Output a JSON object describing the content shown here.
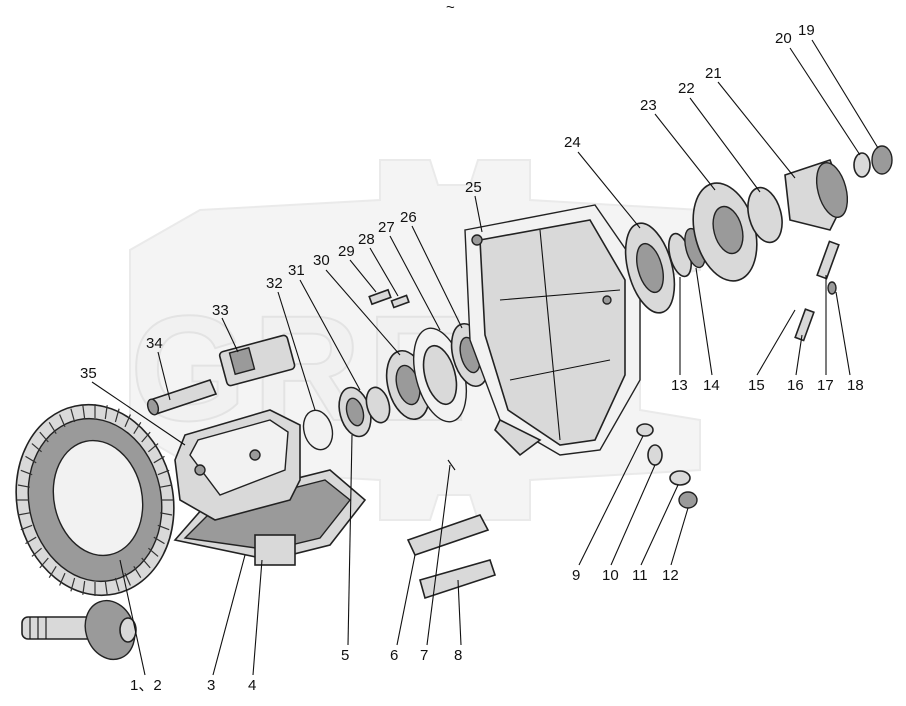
{
  "top_mark": "~",
  "watermark": "GREY",
  "callouts": [
    {
      "id": "c1",
      "text": "1、2"
    },
    {
      "id": "c3",
      "text": "3"
    },
    {
      "id": "c4",
      "text": "4"
    },
    {
      "id": "c5",
      "text": "5"
    },
    {
      "id": "c6",
      "text": "6"
    },
    {
      "id": "c7",
      "text": "7"
    },
    {
      "id": "c8",
      "text": "8"
    },
    {
      "id": "c9",
      "text": "9"
    },
    {
      "id": "c10",
      "text": "10"
    },
    {
      "id": "c11",
      "text": "11"
    },
    {
      "id": "c12",
      "text": "12"
    },
    {
      "id": "c13",
      "text": "13"
    },
    {
      "id": "c14",
      "text": "14"
    },
    {
      "id": "c15",
      "text": "15"
    },
    {
      "id": "c16",
      "text": "16"
    },
    {
      "id": "c17",
      "text": "17"
    },
    {
      "id": "c18",
      "text": "18"
    },
    {
      "id": "c19",
      "text": "19"
    },
    {
      "id": "c20",
      "text": "20"
    },
    {
      "id": "c21",
      "text": "21"
    },
    {
      "id": "c22",
      "text": "22"
    },
    {
      "id": "c23",
      "text": "23"
    },
    {
      "id": "c24",
      "text": "24"
    },
    {
      "id": "c25",
      "text": "25"
    },
    {
      "id": "c26",
      "text": "26"
    },
    {
      "id": "c27",
      "text": "27"
    },
    {
      "id": "c28",
      "text": "28"
    },
    {
      "id": "c29",
      "text": "29"
    },
    {
      "id": "c30",
      "text": "30"
    },
    {
      "id": "c31",
      "text": "31"
    },
    {
      "id": "c32",
      "text": "32"
    },
    {
      "id": "c33",
      "text": "33"
    },
    {
      "id": "c34",
      "text": "34"
    },
    {
      "id": "c35",
      "text": "35"
    }
  ]
}
